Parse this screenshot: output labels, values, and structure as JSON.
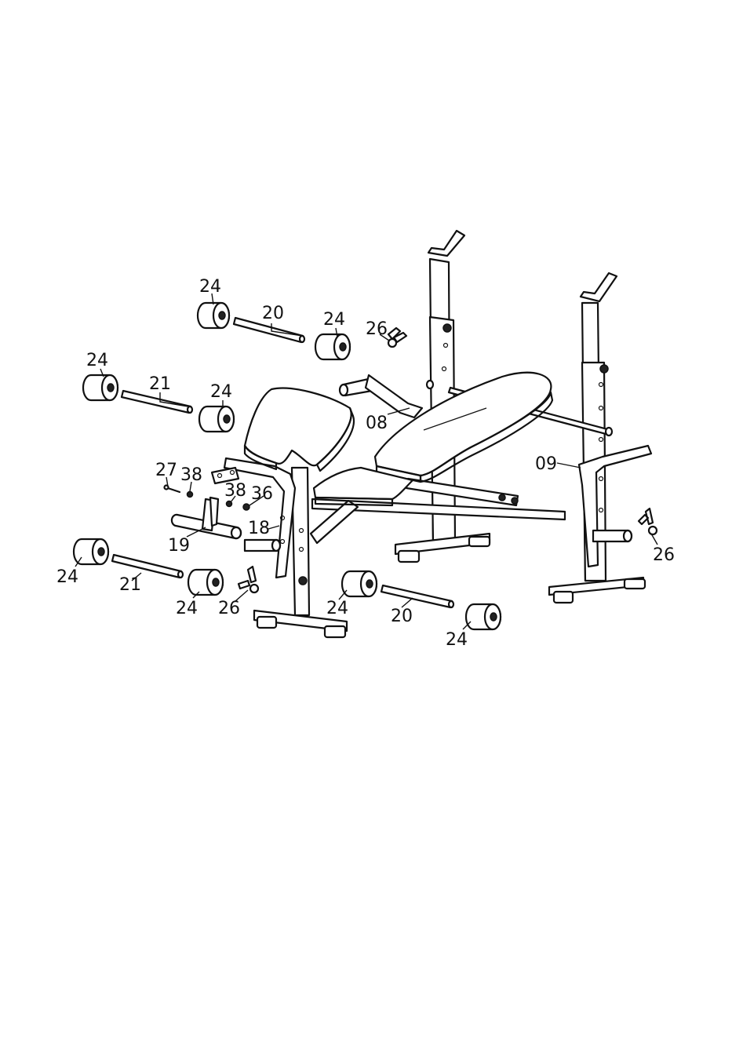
{
  "diagram": {
    "callouts": [
      {
        "id": "c-24-a",
        "text": "24"
      },
      {
        "id": "c-20-a",
        "text": "20"
      },
      {
        "id": "c-24-b",
        "text": "24"
      },
      {
        "id": "c-26-a",
        "text": "26"
      },
      {
        "id": "c-24-c",
        "text": "24"
      },
      {
        "id": "c-21-a",
        "text": "21"
      },
      {
        "id": "c-24-d",
        "text": "24"
      },
      {
        "id": "c-08",
        "text": "08"
      },
      {
        "id": "c-09",
        "text": "09"
      },
      {
        "id": "c-27",
        "text": "27"
      },
      {
        "id": "c-38-a",
        "text": "38"
      },
      {
        "id": "c-38-b",
        "text": "38"
      },
      {
        "id": "c-36",
        "text": "36"
      },
      {
        "id": "c-18",
        "text": "18"
      },
      {
        "id": "c-19",
        "text": "19"
      },
      {
        "id": "c-26-b",
        "text": "26"
      },
      {
        "id": "c-24-e",
        "text": "24"
      },
      {
        "id": "c-21-b",
        "text": "21"
      },
      {
        "id": "c-24-f",
        "text": "24"
      },
      {
        "id": "c-26-c",
        "text": "26"
      },
      {
        "id": "c-24-g",
        "text": "24"
      },
      {
        "id": "c-20-b",
        "text": "20"
      },
      {
        "id": "c-24-h",
        "text": "24"
      }
    ]
  }
}
